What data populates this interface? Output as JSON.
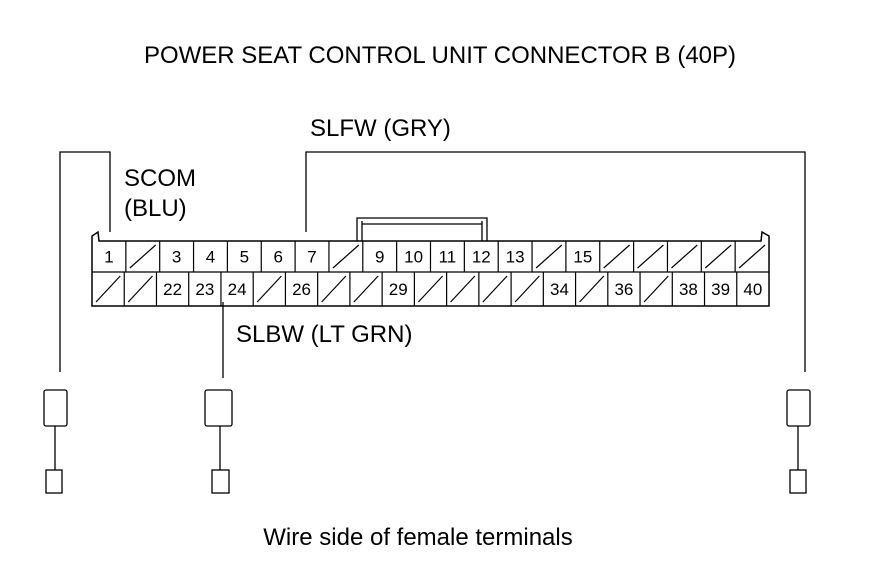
{
  "title": "POWER SEAT CONTROL UNIT CONNECTOR B (40P)",
  "footer": "Wire side of female terminals",
  "wires": {
    "slfw": "SLFW (GRY)",
    "scom_1": "SCOM",
    "scom_2": "(BLU)",
    "slbw": "SLBW (LT GRN)"
  },
  "connector": {
    "row1": [
      "1",
      "/",
      "3",
      "4",
      "5",
      "6",
      "7",
      "/",
      "9",
      "10",
      "11",
      "12",
      "13",
      "/",
      "15",
      "/",
      "/",
      "/",
      "/",
      "/"
    ],
    "row2": [
      "/",
      "/",
      "22",
      "23",
      "24",
      "/",
      "26",
      "/",
      "/",
      "29",
      "/",
      "/",
      "/",
      "/",
      "34",
      "/",
      "36",
      "/",
      "38",
      "39",
      "40"
    ]
  },
  "colors": {
    "line": "#000000",
    "background": "#ffffff"
  }
}
